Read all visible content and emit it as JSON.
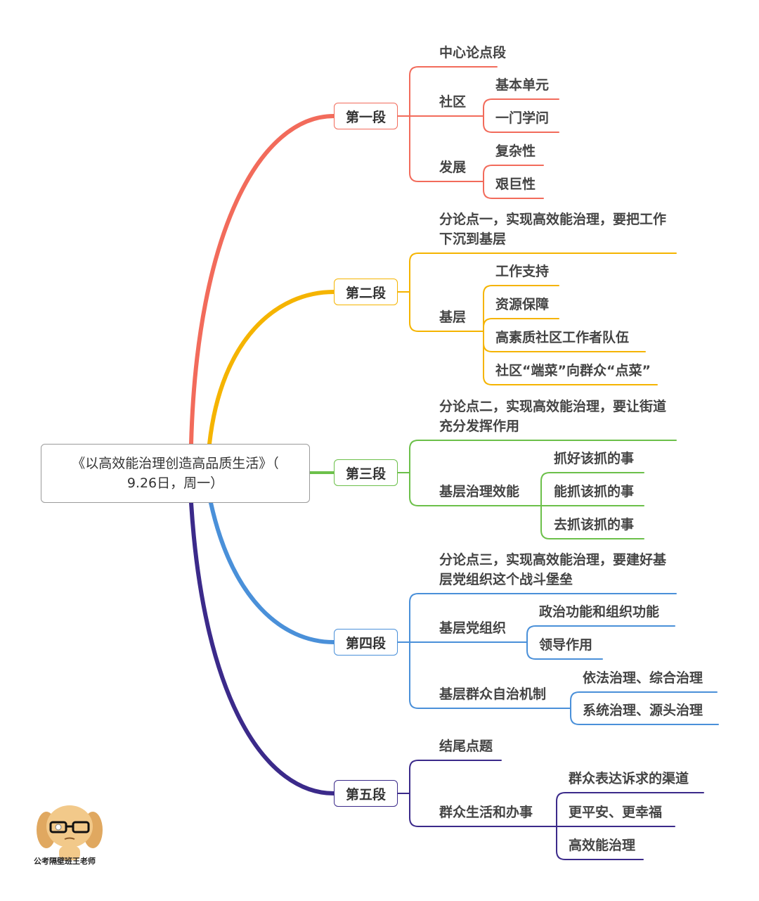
{
  "root": {
    "line1": "《以高效能治理创造高品质生活》（",
    "line2": "9.26日，周一）"
  },
  "colors": {
    "b1": "#f26b5b",
    "b2": "#f5b400",
    "b3": "#6cc04a",
    "b4": "#4a90d9",
    "b5": "#3b2a8a"
  },
  "branches": [
    {
      "label": "第一段",
      "children": [
        {
          "label": "中心论点段",
          "children": []
        },
        {
          "label": "社区",
          "children": [
            {
              "label": "基本单元"
            },
            {
              "label": "一门学问"
            }
          ]
        },
        {
          "label": "发展",
          "children": [
            {
              "label": "复杂性"
            },
            {
              "label": "艰巨性"
            }
          ]
        }
      ]
    },
    {
      "label": "第二段",
      "children": [
        {
          "label": "分论点一，实现高效能治理，要把工作下沉到基层",
          "children": []
        },
        {
          "label": "基层",
          "children": [
            {
              "label": "工作支持"
            },
            {
              "label": "资源保障"
            },
            {
              "label": "高素质社区工作者队伍"
            },
            {
              "label": "社区“端菜”向群众“点菜”"
            }
          ]
        }
      ]
    },
    {
      "label": "第三段",
      "children": [
        {
          "label": "分论点二，实现高效能治理，要让街道充分发挥作用",
          "children": []
        },
        {
          "label": "基层治理效能",
          "children": [
            {
              "label": "抓好该抓的事"
            },
            {
              "label": "能抓该抓的事"
            },
            {
              "label": "去抓该抓的事"
            }
          ]
        }
      ]
    },
    {
      "label": "第四段",
      "children": [
        {
          "label": "分论点三，实现高效能治理，要建好基层党组织这个战斗堡垒",
          "children": []
        },
        {
          "label": "基层党组织",
          "children": [
            {
              "label": "政治功能和组织功能"
            },
            {
              "label": "领导作用"
            }
          ]
        },
        {
          "label": "基层群众自治机制",
          "children": [
            {
              "label": "依法治理、综合治理"
            },
            {
              "label": "系统治理、源头治理"
            }
          ]
        }
      ]
    },
    {
      "label": "第五段",
      "children": [
        {
          "label": "结尾点题",
          "children": []
        },
        {
          "label": "群众生活和办事",
          "children": [
            {
              "label": "群众表达诉求的渠道"
            },
            {
              "label": "更平安、更幸福"
            },
            {
              "label": "高效能治理"
            }
          ]
        }
      ]
    }
  ],
  "watermark": {
    "caption": "公考隔壁班王老师"
  }
}
